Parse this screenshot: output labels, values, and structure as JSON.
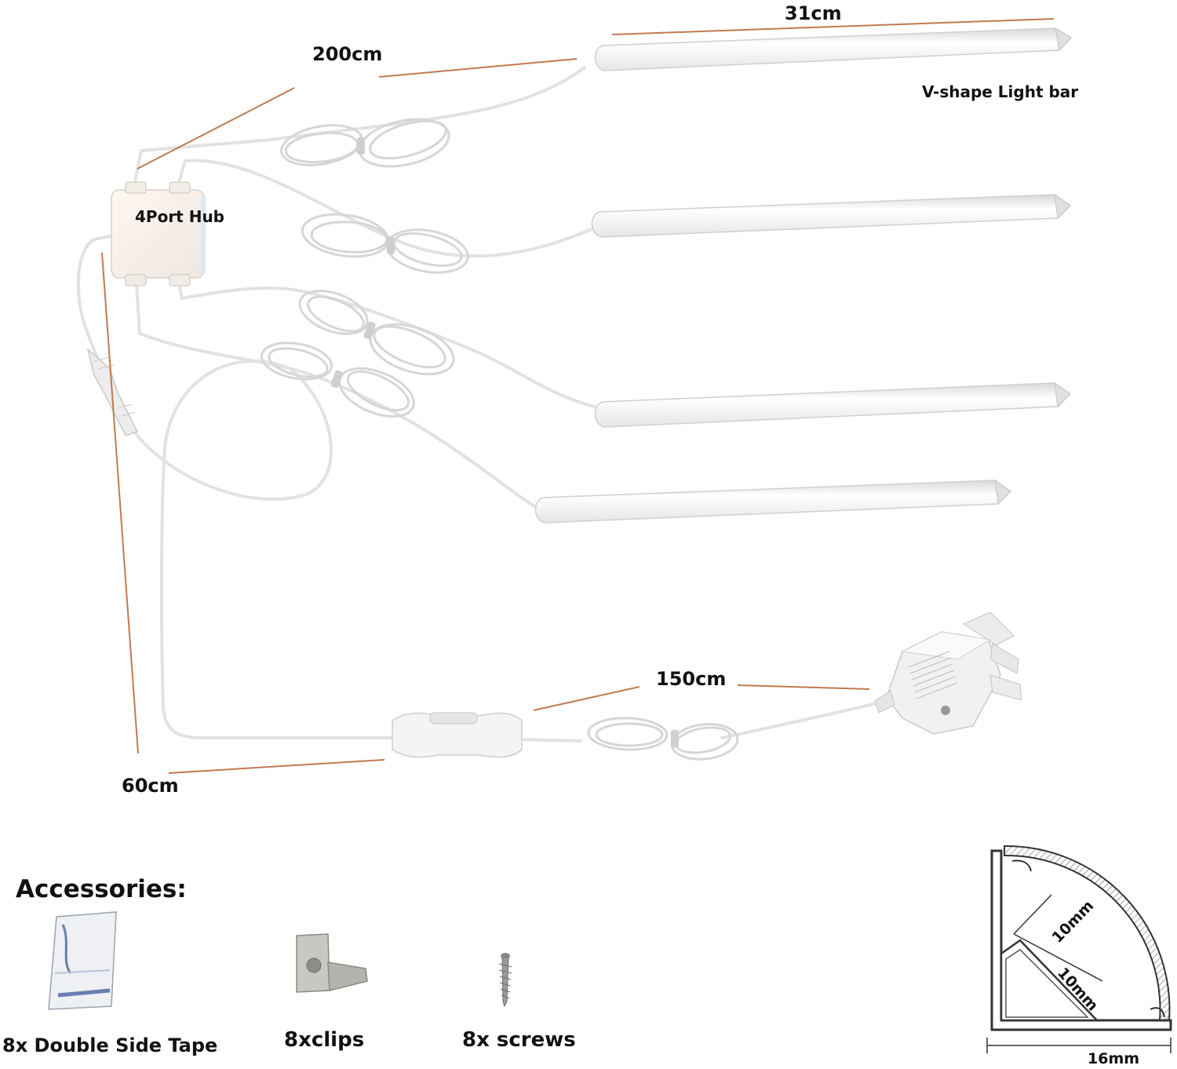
{
  "labels": {
    "bar_length": "31cm",
    "bar_type": "V-shape Light bar",
    "hub_cable": "200cm",
    "hub": "4Port Hub",
    "switch_cable": "60cm",
    "adapter_cable": "150cm"
  },
  "accessories": {
    "title": "Accessories:",
    "tape": "8x Double Side Tape",
    "clips": "8xclips",
    "screws": "8x screws"
  },
  "profile": {
    "inner_a": "10mm",
    "inner_b": "10mm",
    "width": "16mm"
  },
  "colors": {
    "dimension_line": "#c07a4f",
    "cable": "#e4e4e4",
    "light_bar": "#f3f3f3",
    "profile_hatch": "#666666"
  },
  "icons": [
    "light-bar",
    "hub",
    "inline-switch",
    "plug-adapter",
    "tape",
    "clip",
    "screw"
  ]
}
